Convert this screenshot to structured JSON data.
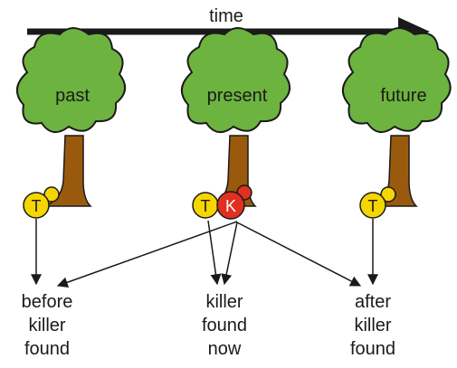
{
  "time_label": "time",
  "trees": [
    {
      "label": "past"
    },
    {
      "label": "present"
    },
    {
      "label": "future"
    }
  ],
  "tokens": {
    "t_letter": "T",
    "k_letter": "K"
  },
  "outcomes": [
    {
      "line1": "before",
      "line2": "killer",
      "line3": "found"
    },
    {
      "line1": "killer",
      "line2": "found",
      "line3": "now"
    },
    {
      "line1": "after",
      "line2": "killer",
      "line3": "found"
    }
  ],
  "colors": {
    "foliage": "#6db33f",
    "trunk": "#9a5a0e",
    "token_t": "#f5d600",
    "token_k": "#e03020",
    "ink": "#1a1a1a"
  }
}
